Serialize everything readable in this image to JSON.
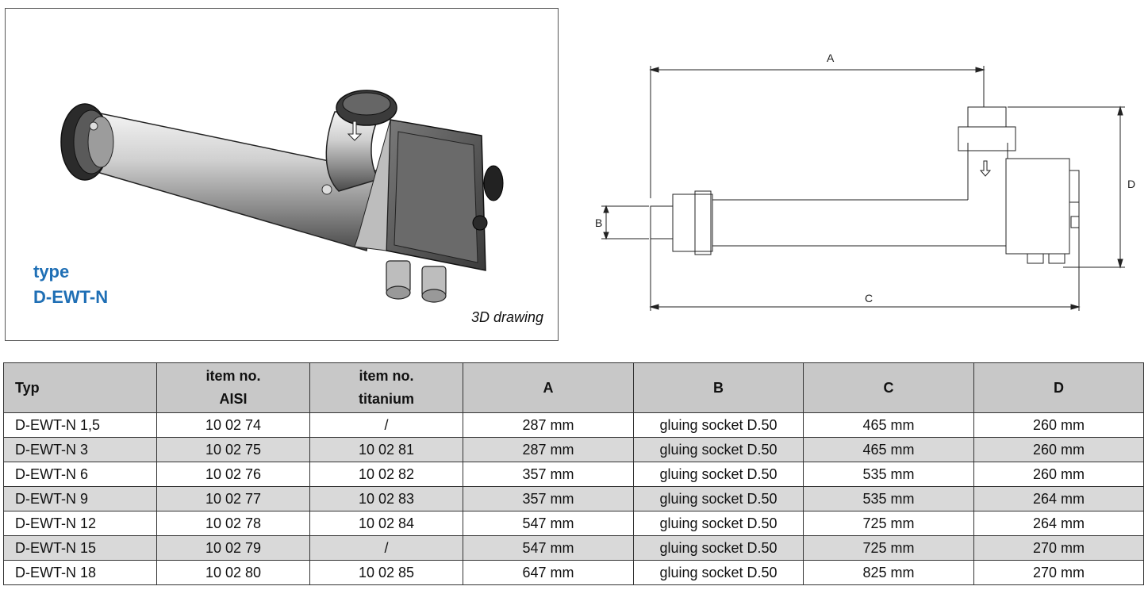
{
  "panel_3d": {
    "type_line1": "type",
    "type_line2": "D-EWT-N",
    "caption": "3D drawing"
  },
  "tech_drawing": {
    "dim_a": "A",
    "dim_b": "B",
    "dim_c": "C",
    "dim_d": "D"
  },
  "table": {
    "headers": {
      "typ": "Typ",
      "aisi_line1": "item no.",
      "aisi_line2": "AISI",
      "titanium_line1": "item no.",
      "titanium_line2": "titanium",
      "a": "A",
      "b": "B",
      "c": "C",
      "d": "D"
    },
    "rows": [
      {
        "typ": "D-EWT-N 1,5",
        "aisi": "10 02 74",
        "titanium": "/",
        "a": "287 mm",
        "b": "gluing socket D.50",
        "c": "465 mm",
        "d": "260 mm"
      },
      {
        "typ": "D-EWT-N  3",
        "aisi": "10 02 75",
        "titanium": "10 02 81",
        "a": "287 mm",
        "b": "gluing socket D.50",
        "c": "465 mm",
        "d": "260 mm"
      },
      {
        "typ": "D-EWT-N  6",
        "aisi": "10 02 76",
        "titanium": "10 02 82",
        "a": "357 mm",
        "b": "gluing socket D.50",
        "c": "535 mm",
        "d": "260 mm"
      },
      {
        "typ": "D-EWT-N  9",
        "aisi": "10 02 77",
        "titanium": "10 02 83",
        "a": "357 mm",
        "b": "gluing socket D.50",
        "c": "535 mm",
        "d": "264 mm"
      },
      {
        "typ": "D-EWT-N 12",
        "aisi": "10 02 78",
        "titanium": "10 02 84",
        "a": "547 mm",
        "b": "gluing socket D.50",
        "c": "725 mm",
        "d": "264 mm"
      },
      {
        "typ": "D-EWT-N 15",
        "aisi": "10 02 79",
        "titanium": "/",
        "a": "547 mm",
        "b": "gluing socket D.50",
        "c": "725 mm",
        "d": "270 mm"
      },
      {
        "typ": "D-EWT-N 18",
        "aisi": "10 02 80",
        "titanium": "10 02 85",
        "a": "647 mm",
        "b": "gluing socket D.50",
        "c": "825 mm",
        "d": "270 mm"
      }
    ]
  }
}
